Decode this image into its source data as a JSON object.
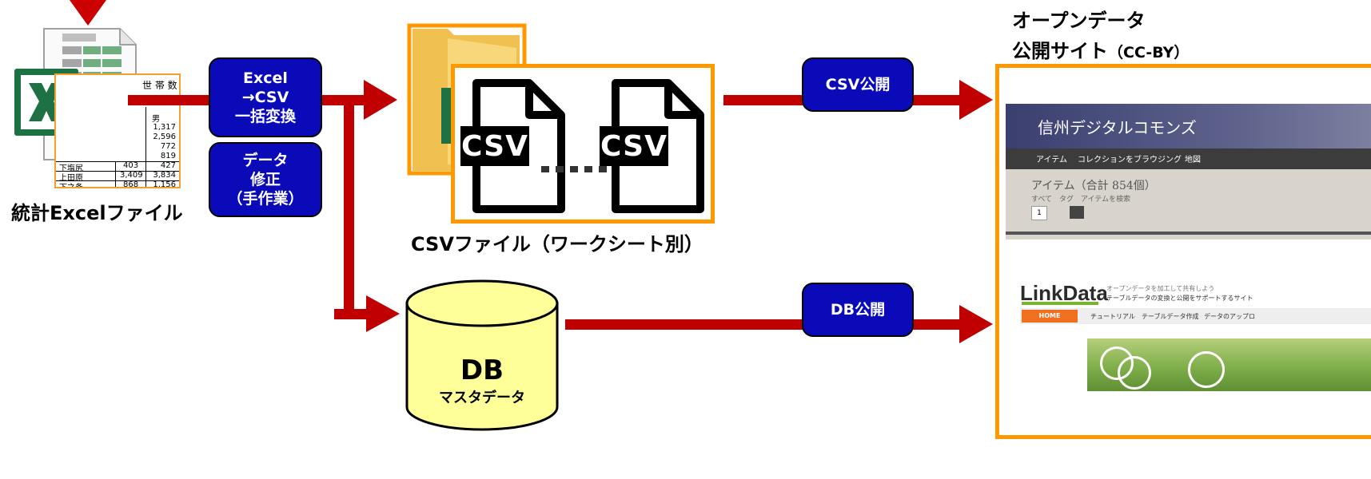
{
  "source": {
    "caption": "統計Excelファイル",
    "sheet_header": "世 帯 数",
    "sheet_col_header": "男",
    "sheet_rows": [
      {
        "name": "下塩尻",
        "a": "403",
        "b": "427"
      },
      {
        "name": "上田原",
        "a": "3,409",
        "b": "3,834"
      },
      {
        "name": "下之条",
        "a": "868",
        "b": "1,156"
      }
    ],
    "sheet_values": [
      "1,317",
      "2,596",
      "772",
      "819"
    ]
  },
  "steps": {
    "convert_label": "Excel\n→CSV\n一括変換",
    "fix_label": "データ\n修正\n（手作業）",
    "csv_publish_label": "CSV公開",
    "db_publish_label": "DB公開"
  },
  "csv": {
    "file_tag": "CSV",
    "caption": "CSVファイル（ワークシート別）"
  },
  "db": {
    "title": "DB",
    "subtitle": "マスタデータ"
  },
  "portal": {
    "title_line1": "オープンデータ",
    "title_line2": "公開サイト",
    "license": "（CC-BY）",
    "commons": {
      "site_name": "信州デジタルコモンズ",
      "nav": [
        "アイテム",
        "コレクションをブラウジング",
        "地図"
      ],
      "heading": "アイテム（合計 854個）",
      "filters": "すべて　タグ　アイテムを検索",
      "page": "1"
    },
    "linkdata": {
      "logo": "LinkData",
      "tagline1": "オープンデータを加工して共有しよう",
      "tagline2": "テーブルデータの変換と公開をサポートするサイト",
      "nav": [
        "HOME",
        "チュートリアル",
        "テーブルデータ作成",
        "データのアップロ"
      ]
    }
  },
  "colors": {
    "arrow": "#c00000",
    "box_blue": "#0a0ab8",
    "highlight_orange": "#ff9900",
    "db_fill": "#ffff99",
    "excel_green": "#217346"
  }
}
